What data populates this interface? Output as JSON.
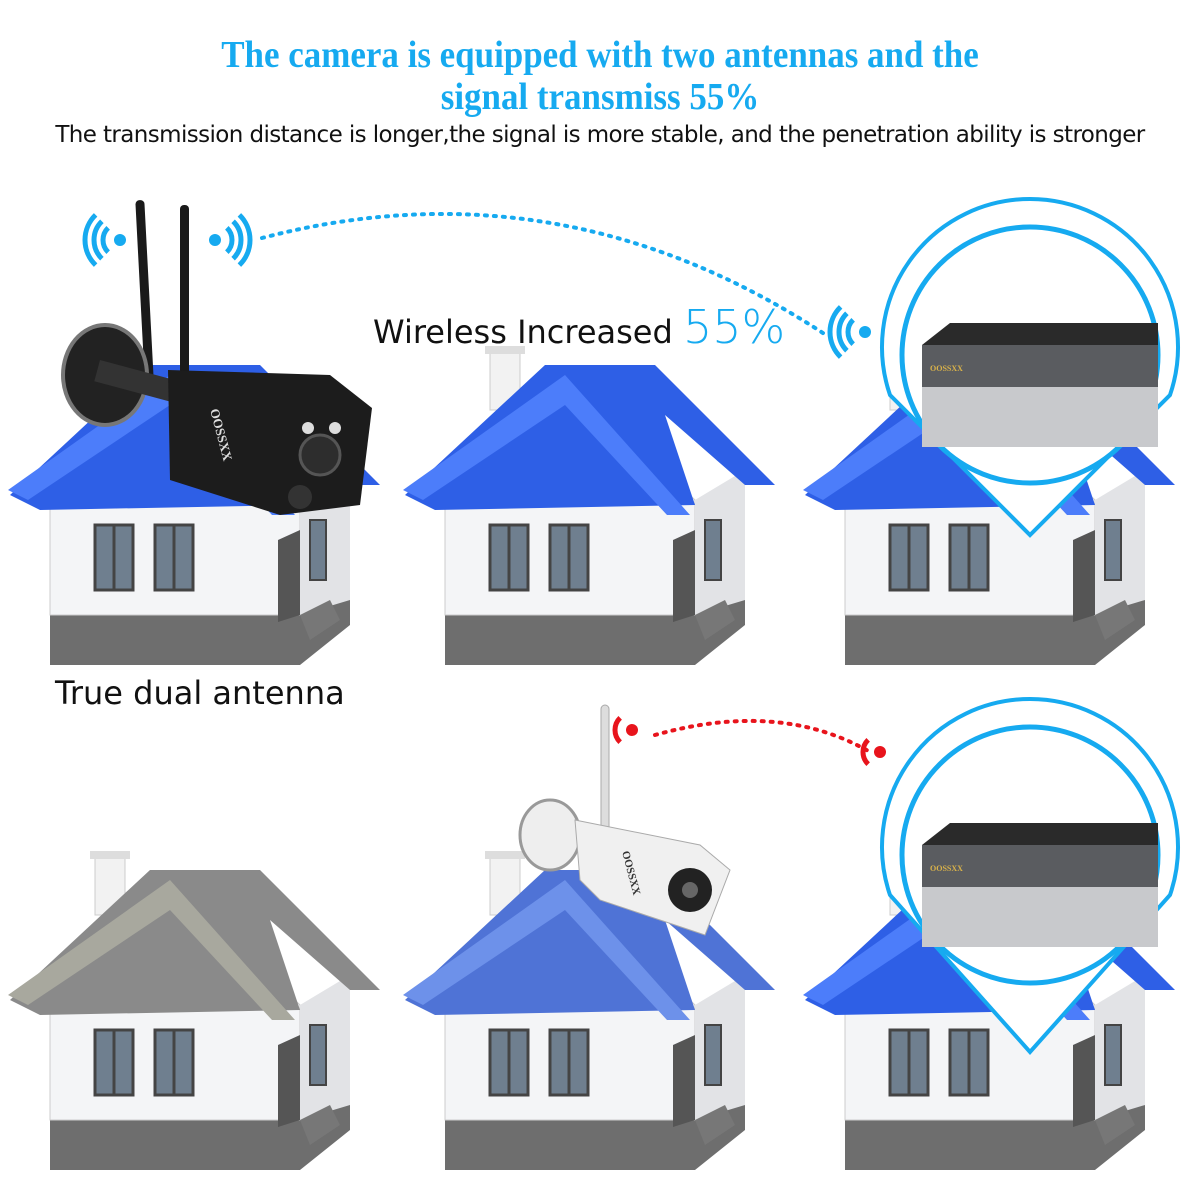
{
  "headline": {
    "line1": "The camera is equipped with two antennas and the",
    "line2": "signal transmiss 55%"
  },
  "subheadline": "The transmission distance is longer,the signal is more stable, and the penetration ability is stronger",
  "comparison_top": {
    "label": "Wireless Increased",
    "percent": "55%",
    "camera_caption": "True dual antenna",
    "signal_color": "#16aaf0"
  },
  "comparison_bottom": {
    "signal_color": "#e8141c"
  },
  "brand": "OOSSXX",
  "colors": {
    "accent": "#16aaf0",
    "roof_blue": "#2e5fe6",
    "roof_grey": "#8a8a8a",
    "roof_faded_blue": "#4f73d6"
  }
}
